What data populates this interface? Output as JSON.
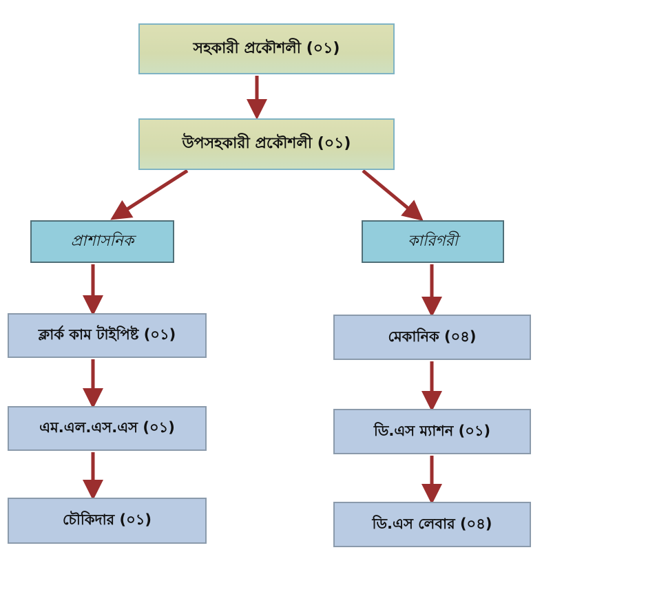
{
  "colors": {
    "arrow": "#9b2e2e",
    "top_box_fill": "#d6dcb0",
    "top_box_border": "#7fb3c4",
    "category_fill": "#93cddc",
    "category_border": "#4f6f78",
    "role_fill": "#b9cbe3",
    "role_border": "#8a9aab"
  },
  "org_chart": {
    "top": {
      "label": "সহকারী প্রকৌশলী  (০১)"
    },
    "second": {
      "label": "উপসহকারী প্রকৌশলী  (০১)"
    },
    "branches": [
      {
        "category": "প্রাশাসনিক",
        "roles": [
          {
            "label": "ক্লার্ক কাম টাইপিষ্ট  (০১)"
          },
          {
            "label": "এম.এল.এস.এস  (০১)"
          },
          {
            "label": "চৌকিদার  (০১)"
          }
        ]
      },
      {
        "category": "কারিগরী",
        "roles": [
          {
            "label": "মেকানিক  (০৪)"
          },
          {
            "label": "ডি.এস ম্যাশন (০১)"
          },
          {
            "label": "ডি.এস লেবার (০৪)"
          }
        ]
      }
    ]
  }
}
